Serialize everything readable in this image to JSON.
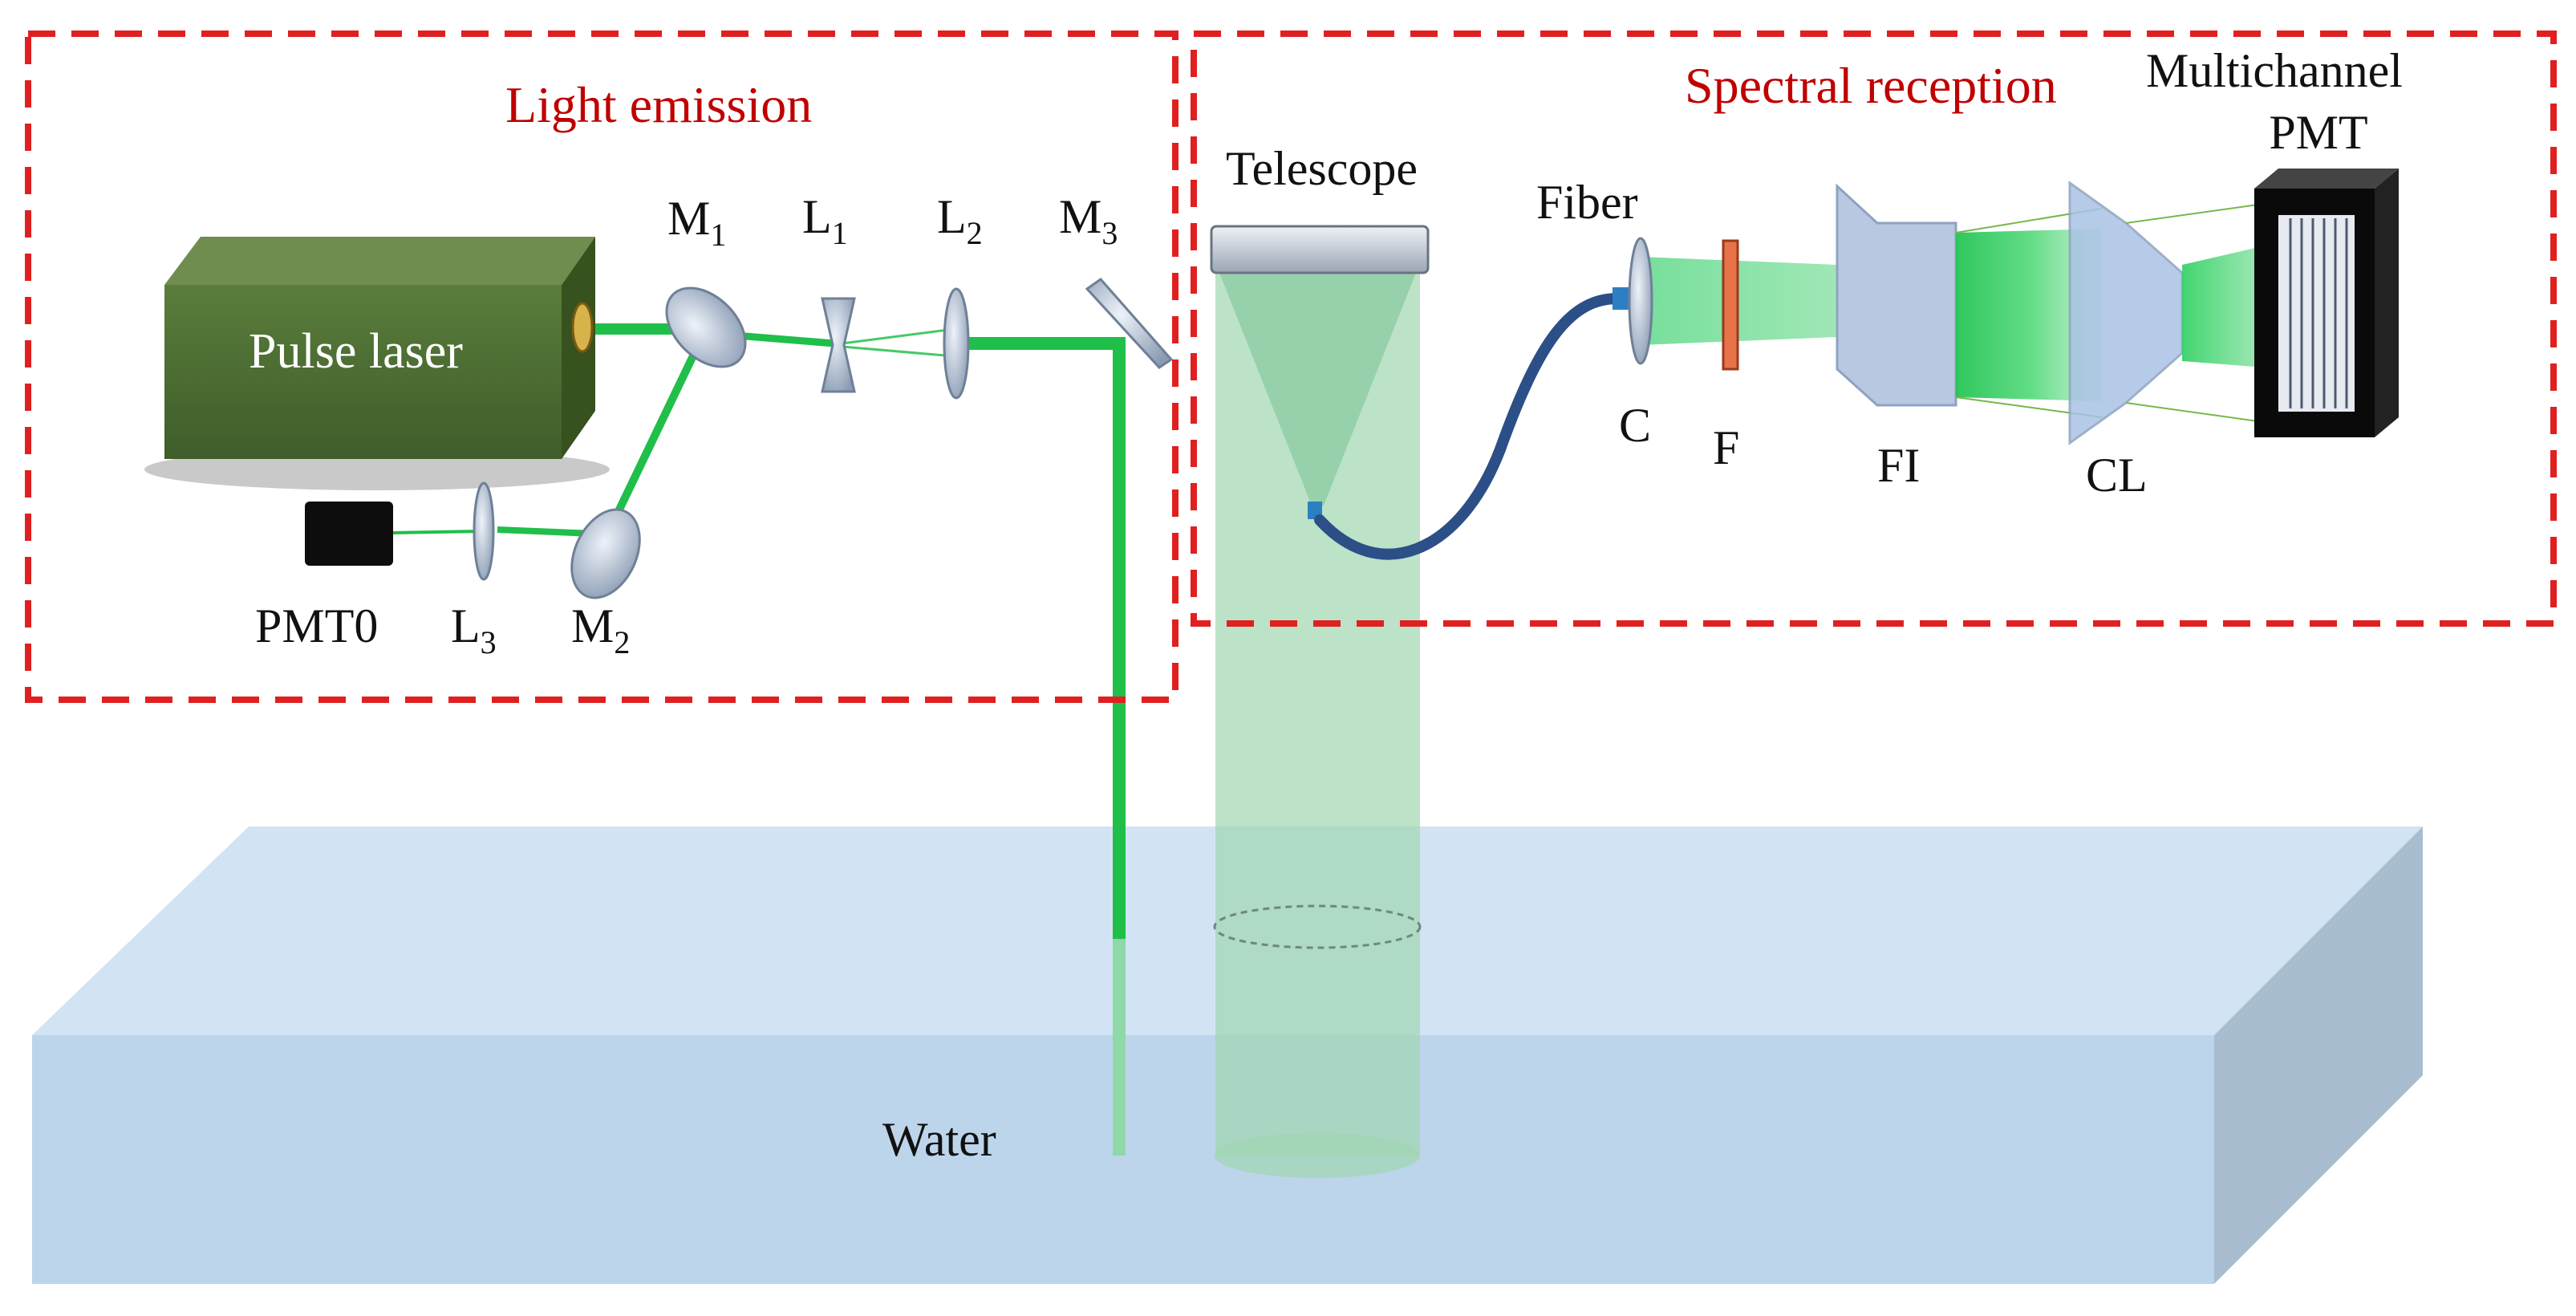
{
  "sections": {
    "emission": "Light emission",
    "reception": "Spectral reception"
  },
  "components": {
    "laser": "Pulse laser",
    "telescope": "Telescope",
    "fiber": "Fiber",
    "multichannel_line1": "Multichannel",
    "multichannel_line2": "PMT",
    "pmt0": "PMT0",
    "water": "Water",
    "collimator": "C",
    "filter": "F",
    "fi": "FI",
    "cl": "CL",
    "m1": {
      "base": "M",
      "sub": "1"
    },
    "m2": {
      "base": "M",
      "sub": "2"
    },
    "m3": {
      "base": "M",
      "sub": "3"
    },
    "l1": {
      "base": "L",
      "sub": "1"
    },
    "l2": {
      "base": "L",
      "sub": "2"
    },
    "l3": {
      "base": "L",
      "sub": "3"
    }
  },
  "colors": {
    "dashed_border": "#e02020",
    "section_label": "#c00000",
    "beam": "#1fbf4a",
    "laser_body": "#4a6a32",
    "water": "#c8dcee",
    "fiber": "#2b4f86"
  }
}
